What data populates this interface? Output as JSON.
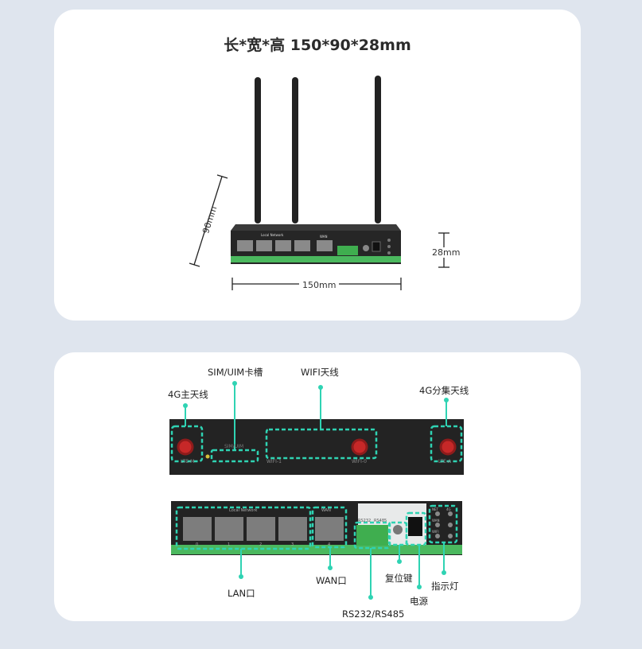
{
  "product": {
    "title": "长*宽*高 150*90*28mm",
    "dim_depth": "90mm",
    "dim_width": "150mm",
    "dim_height": "28mm"
  },
  "device_print": {
    "local_network": "Local Network",
    "wan": "WAN",
    "sim_uim": "SIM/UIM",
    "lte_m": "LTE-M",
    "lte_a": "LTE-A",
    "wifi_1": "WIFI-1",
    "wifi_0": "WIFI-0",
    "port_numbers": [
      "0",
      "1",
      "2",
      "3",
      "4"
    ],
    "rs_labels": [
      "RS232",
      "RS485"
    ],
    "led_labels": [
      "NET",
      "WAN",
      "WIFI",
      "4G"
    ]
  },
  "callouts": {
    "sim_slot": "SIM/UIM卡槽",
    "wifi_antenna": "WIFI天线",
    "main_antenna": "4G主天线",
    "diversity_antenna": "4G分集天线",
    "lan": "LAN口",
    "wan": "WAN口",
    "reset": "复位键",
    "indicator": "指示灯",
    "power": "电源",
    "serial": "RS232/RS485"
  },
  "colors": {
    "accent": "#2fd3b3",
    "device_body": "#1f1f1f",
    "green_strip": "#4bb85e",
    "antenna_connector": "#c62828"
  }
}
